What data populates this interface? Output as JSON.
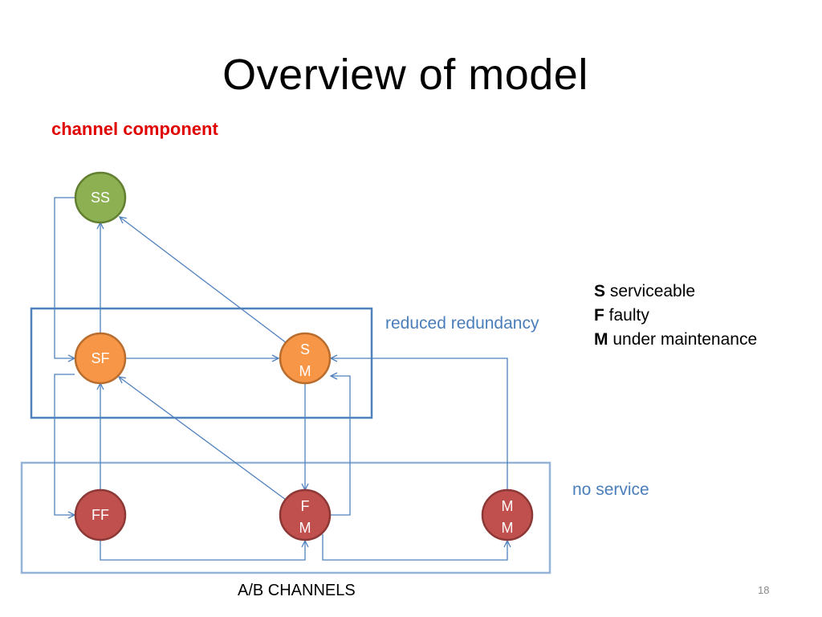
{
  "slide": {
    "title": "Overview of model",
    "subtitle": "channel component",
    "footer": "A/B CHANNELS",
    "page_number": "18"
  },
  "groups": {
    "reduced": "reduced redundancy",
    "none": "no service"
  },
  "legend": [
    {
      "key": "S",
      "text": "serviceable"
    },
    {
      "key": "F",
      "text": "faulty"
    },
    {
      "key": "M",
      "text": "under maintenance"
    }
  ],
  "nodes": [
    {
      "id": "ss",
      "line1": "SS",
      "line2": "",
      "fill": "#8db152",
      "stroke": "#617e31"
    },
    {
      "id": "sf",
      "line1": "SF",
      "line2": "",
      "fill": "#f79646",
      "stroke": "#b86d2e"
    },
    {
      "id": "sm",
      "line1": "S",
      "line2": "M",
      "fill": "#f79646",
      "stroke": "#b86d2e"
    },
    {
      "id": "ff",
      "line1": "FF",
      "line2": "",
      "fill": "#c0504d",
      "stroke": "#8c3836"
    },
    {
      "id": "fm",
      "line1": "F",
      "line2": "M",
      "fill": "#c0504d",
      "stroke": "#8c3836"
    },
    {
      "id": "mm",
      "line1": "M",
      "line2": "M",
      "fill": "#c0504d",
      "stroke": "#8c3836"
    }
  ],
  "colors": {
    "arrow": "#4f81bd",
    "reduced_box": "#4f81bd",
    "none_box": "#95b3d7",
    "group_label": "#4a7ebb"
  }
}
